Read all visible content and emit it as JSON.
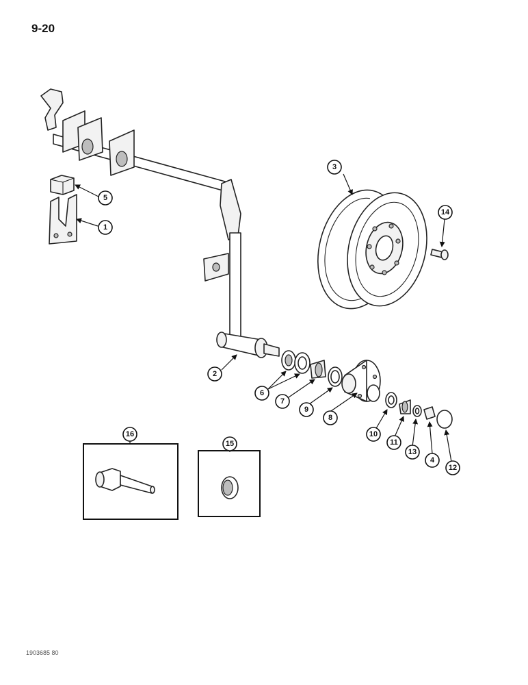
{
  "page": {
    "number": "9-20",
    "figure_code": "1903685 80"
  },
  "callouts": [
    "1",
    "2",
    "3",
    "4",
    "5",
    "6",
    "7",
    "8",
    "9",
    "10",
    "11",
    "12",
    "13",
    "14",
    "15",
    "16"
  ],
  "colors": {
    "ink": "#111111",
    "shade": "#bdbdbd",
    "fill": "#f2f2f2"
  }
}
